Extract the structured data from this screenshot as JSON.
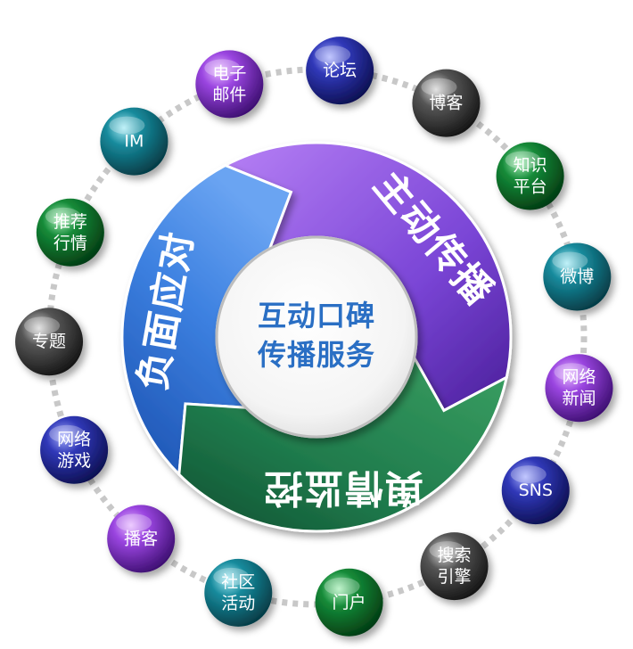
{
  "center": {
    "line1": "互动口碑",
    "line2": "传播服务"
  },
  "segments": [
    {
      "id": "active",
      "label": "主动传播",
      "color": "#7a45d6"
    },
    {
      "id": "negative",
      "label": "负面应对",
      "color": "#2c6fd0"
    },
    {
      "id": "monitor",
      "label": "舆情监控",
      "color": "#1f7a4c"
    }
  ],
  "channels": [
    {
      "id": "email",
      "lines": [
        "电子",
        "邮件"
      ],
      "color": "purple"
    },
    {
      "id": "forum",
      "lines": [
        "论坛"
      ],
      "color": "navy"
    },
    {
      "id": "blog",
      "lines": [
        "博客"
      ],
      "color": "gray"
    },
    {
      "id": "knowledge",
      "lines": [
        "知识",
        "平台"
      ],
      "color": "green"
    },
    {
      "id": "weibo",
      "lines": [
        "微博"
      ],
      "color": "teal"
    },
    {
      "id": "news",
      "lines": [
        "网络",
        "新闻"
      ],
      "color": "purple"
    },
    {
      "id": "sns",
      "lines": [
        "SNS"
      ],
      "color": "navy"
    },
    {
      "id": "search",
      "lines": [
        "搜索",
        "引擎"
      ],
      "color": "gray"
    },
    {
      "id": "portal",
      "lines": [
        "门户"
      ],
      "color": "green"
    },
    {
      "id": "community",
      "lines": [
        "社区",
        "活动"
      ],
      "color": "teal"
    },
    {
      "id": "podcast",
      "lines": [
        "播客"
      ],
      "color": "purple"
    },
    {
      "id": "game",
      "lines": [
        "网络",
        "游戏"
      ],
      "color": "navy"
    },
    {
      "id": "topic",
      "lines": [
        "专题"
      ],
      "color": "gray"
    },
    {
      "id": "recommend",
      "lines": [
        "推荐",
        "行情"
      ],
      "color": "green"
    },
    {
      "id": "im",
      "lines": [
        "IM"
      ],
      "color": "teal"
    }
  ],
  "colors": {
    "purple": "#8a3fd8",
    "navy": "#2a2fa8",
    "gray": "#4a4a4a",
    "green": "#0f7a2e",
    "teal": "#127a8a",
    "dotted_ring": "#c8c8c8",
    "center_text": "#2a6fc4"
  }
}
